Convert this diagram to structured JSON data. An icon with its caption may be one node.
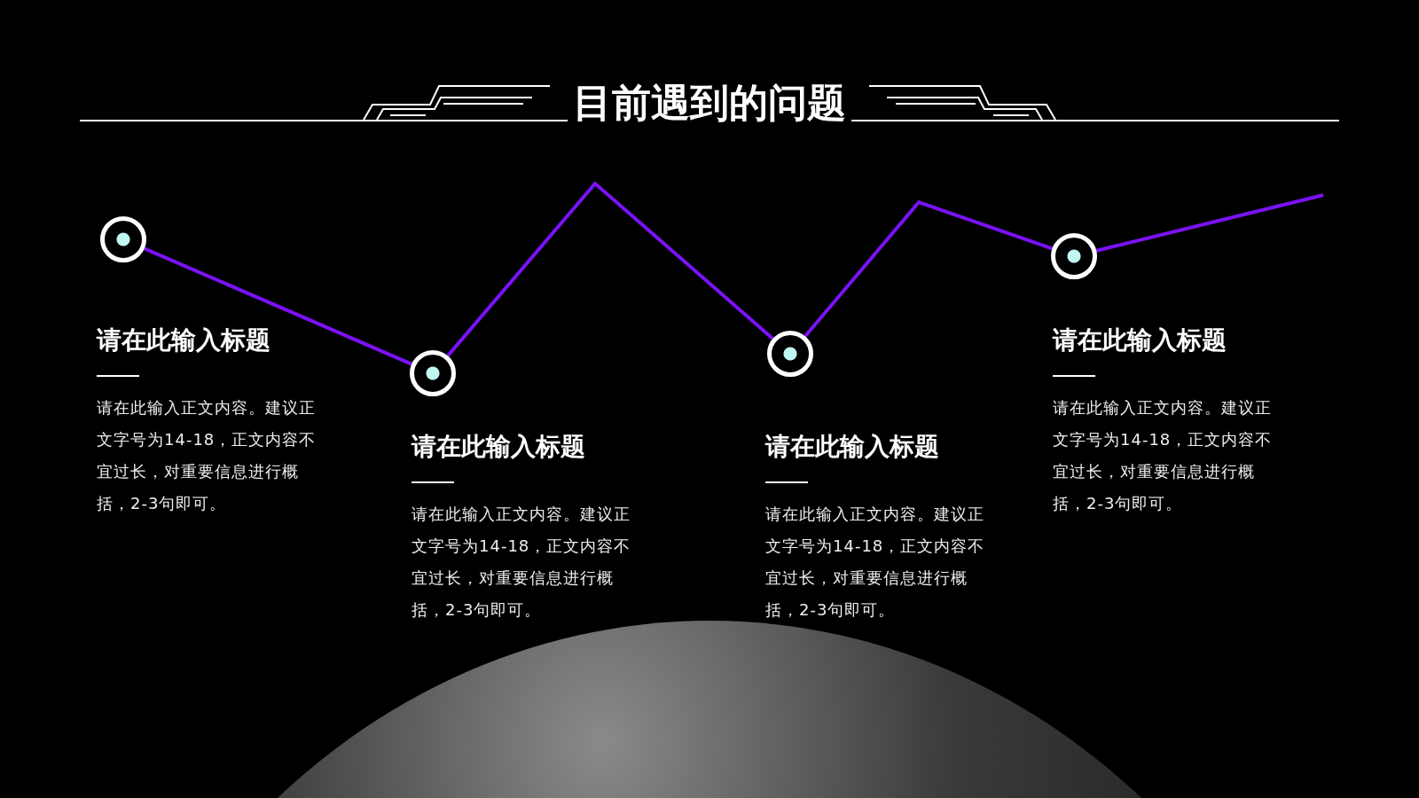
{
  "diagram": {
    "title": "目前遇到的问题",
    "nodes": [
      {
        "text": [],
        "shape": "circle"
      },
      {
        "text": [],
        "shape": "circle"
      },
      {
        "text": [],
        "shape": "circle"
      },
      {
        "text": [],
        "shape": "circle"
      }
    ],
    "edges": [
      {
        "from": 0,
        "to": 1,
        "arrow": "none"
      },
      {
        "from": 1,
        "to": 2,
        "arrow": "none"
      },
      {
        "from": 2,
        "to": 3,
        "arrow": "none"
      },
      {
        "from": 3,
        "to": null,
        "arrow": "none"
      }
    ],
    "labels": [
      "请在此输入标题",
      "请在此输入正文内容。建议正文字号为14-18，正文内容不宜过长，对重要信息进行概括，2-3句即可。",
      "请在此输入标题",
      "请在此输入正文内容。建议正文字号为14-18，正文内容不宜过长，对重要信息进行概括，2-3句即可。",
      "请在此输入标题",
      "请在此输入正文内容。建议正文字号为14-18，正文内容不宜过长，对重要信息进行概括，2-3句即可。",
      "请在此输入标题",
      "请在此输入正文内容。建议正文字号为14-18，正文内容不宜过长，对重要信息进行概括，2-3句即可。"
    ]
  }
}
